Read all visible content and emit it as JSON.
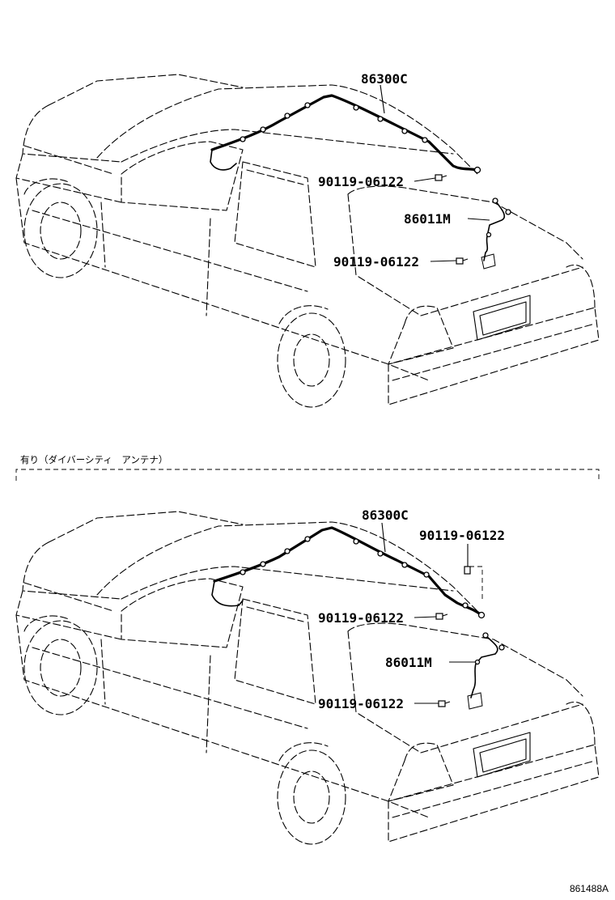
{
  "top_diagram": {
    "labels": {
      "harness": "86300C",
      "bolt_upper": "90119-06122",
      "cord": "86011M",
      "bolt_lower": "90119-06122"
    }
  },
  "section_divider": {
    "label": "有り（ダイバーシティ　アンテナ）"
  },
  "bottom_diagram": {
    "labels": {
      "harness": "86300C",
      "bolt_top": "90119-06122",
      "bolt_upper": "90119-06122",
      "cord": "86011M",
      "bolt_lower": "90119-06122"
    }
  },
  "diagram_code": "861488A"
}
